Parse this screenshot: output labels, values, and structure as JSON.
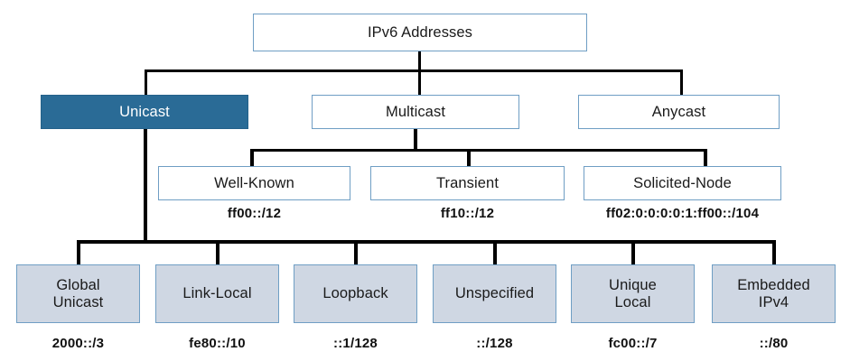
{
  "diagram": {
    "title": "IPv6 Addresses",
    "type": "hierarchy-tree",
    "colors": {
      "highlight_fill": "#2a6b96",
      "highlight_text": "#ffffff",
      "leaf_fill": "#cfd7e3",
      "box_border": "#6f9ec4",
      "connector": "#000000",
      "page_background": "#ffffff"
    },
    "root": {
      "label": "IPv6 Addresses"
    },
    "level2": [
      {
        "label": "Unicast",
        "style": "highlighted"
      },
      {
        "label": "Multicast",
        "style": "plain"
      },
      {
        "label": "Anycast",
        "style": "plain"
      }
    ],
    "multicast_children": [
      {
        "label": "Well-Known",
        "prefix": "ff00::/12"
      },
      {
        "label": "Transient",
        "prefix": "ff10::/12"
      },
      {
        "label": "Solicited-Node",
        "prefix": "ff02:0:0:0:0:1:ff00::/104"
      }
    ],
    "unicast_children": [
      {
        "line1": "Global",
        "line2": "Unicast",
        "prefix": "2000::/3"
      },
      {
        "line1": "Link-Local",
        "line2": "",
        "prefix": "fe80::/10"
      },
      {
        "line1": "Loopback",
        "line2": "",
        "prefix": "::1/128"
      },
      {
        "line1": "Unspecified",
        "line2": "",
        "prefix": "::/128"
      },
      {
        "line1": "Unique",
        "line2": "Local",
        "prefix": "fc00::/7"
      },
      {
        "line1": "Embedded",
        "line2": "IPv4",
        "prefix": "::/80"
      }
    ]
  }
}
